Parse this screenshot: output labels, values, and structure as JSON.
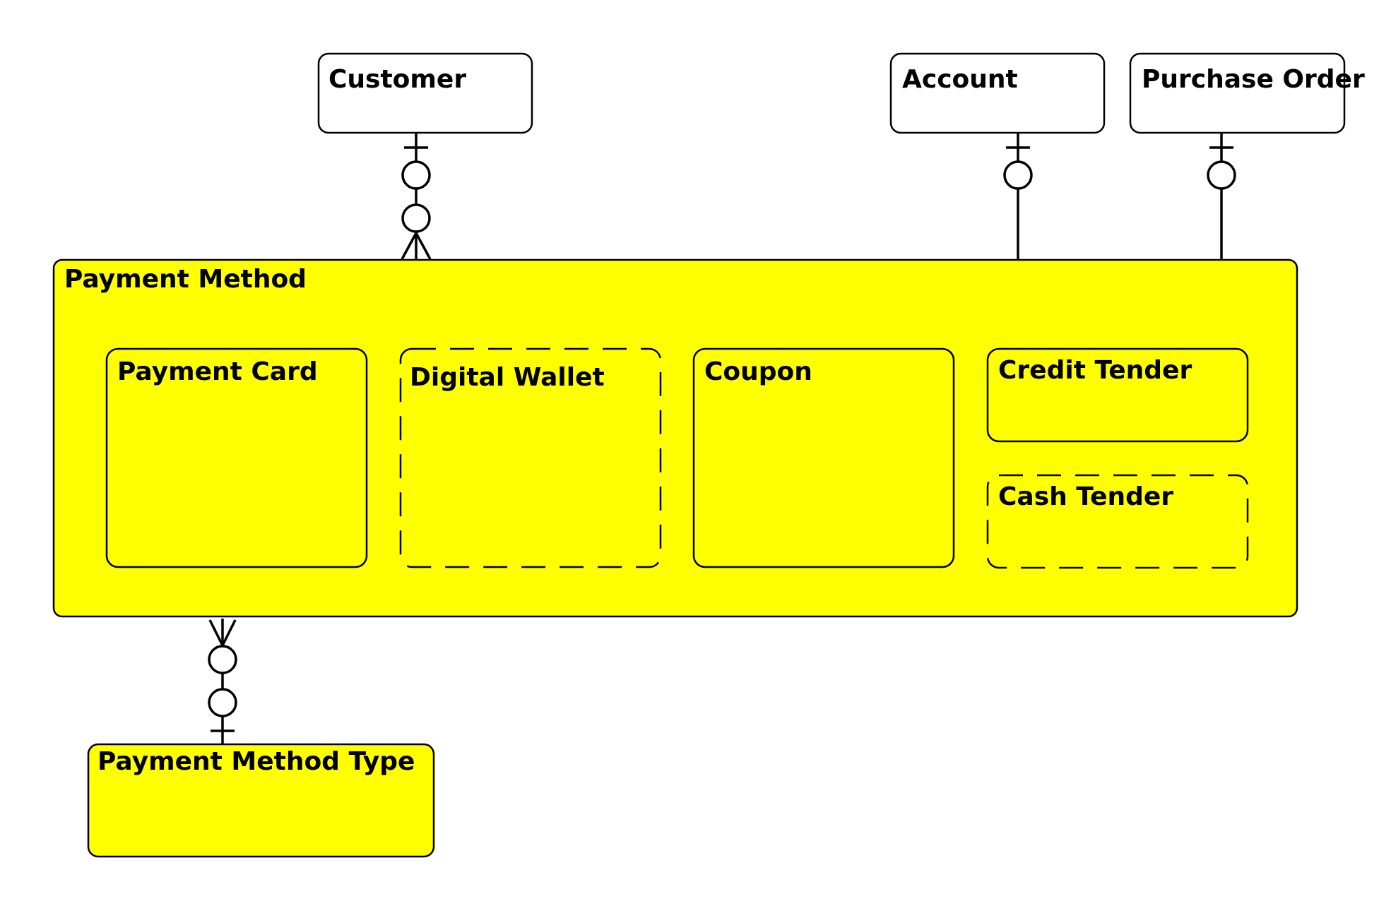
{
  "colors": {
    "highlight_fill": "#ffff00",
    "plain_fill": "#ffffff",
    "stroke": "#000000"
  },
  "entities": {
    "customer": {
      "label": "Customer",
      "style": "solid",
      "fill": "plain"
    },
    "account": {
      "label": "Account",
      "style": "solid",
      "fill": "plain"
    },
    "purchase_order": {
      "label": "Purchase Order",
      "style": "solid",
      "fill": "plain"
    },
    "payment_method": {
      "label": "Payment Method",
      "style": "solid",
      "fill": "highlight"
    },
    "payment_card": {
      "label": "Payment Card",
      "style": "solid",
      "fill": "highlight"
    },
    "digital_wallet": {
      "label": "Digital Wallet",
      "style": "dashed",
      "fill": "highlight"
    },
    "coupon": {
      "label": "Coupon",
      "style": "solid",
      "fill": "highlight"
    },
    "credit_tender": {
      "label": "Credit Tender",
      "style": "solid",
      "fill": "highlight"
    },
    "cash_tender": {
      "label": "Cash Tender",
      "style": "dashed",
      "fill": "highlight"
    },
    "payment_method_type": {
      "label": "Payment Method Type",
      "style": "solid",
      "fill": "highlight"
    }
  },
  "relationships": [
    {
      "id": "customer-payment-method",
      "from": "Customer",
      "from_cardinality": "zero-or-one",
      "to": "Payment Method",
      "to_cardinality": "zero-or-many"
    },
    {
      "id": "account-credit-tender",
      "from": "Account",
      "from_cardinality": "zero-or-one",
      "to": "Credit Tender",
      "to_cardinality": "zero-or-one"
    },
    {
      "id": "purchase-order-credit-tender",
      "from": "Purchase Order",
      "from_cardinality": "zero-or-one",
      "to": "Credit Tender",
      "to_cardinality": "zero-or-one"
    },
    {
      "id": "payment-method-type-payment-method",
      "from": "Payment Method Type",
      "from_cardinality": "zero-or-one",
      "to": "Payment Method",
      "to_cardinality": "zero-or-many"
    }
  ]
}
